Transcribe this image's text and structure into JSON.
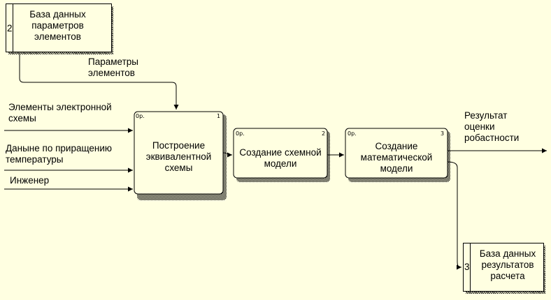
{
  "data_stores": [
    {
      "number": "2",
      "label_lines": [
        "База данных",
        "параметров",
        "элементов"
      ]
    },
    {
      "number": "3",
      "label_lines": [
        "База данных",
        "результатов",
        "расчета"
      ]
    }
  ],
  "activities": [
    {
      "number": "1",
      "cost": "0р.",
      "label_lines": [
        "Построение",
        "эквивалентной",
        "схемы"
      ]
    },
    {
      "number": "2",
      "cost": "0р.",
      "label_lines": [
        "Создание схемной",
        "модели"
      ]
    },
    {
      "number": "3",
      "cost": "0р.",
      "label_lines": [
        "Создание",
        "математической",
        "модели"
      ]
    }
  ],
  "arrow_labels": {
    "params": [
      "Параметры",
      "элементов"
    ],
    "inputs": [
      [
        "Элементы электронной",
        "схемы"
      ],
      [
        "Даныне по приращению",
        "температуры"
      ],
      [
        "Инженер"
      ]
    ],
    "output": [
      "Результат",
      "оценки",
      "робастности"
    ]
  }
}
